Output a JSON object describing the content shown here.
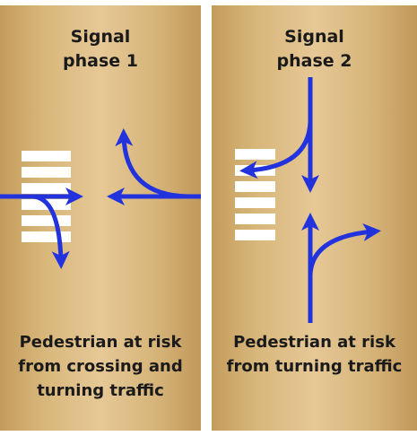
{
  "panels": [
    {
      "title_line1": "Signal",
      "title_line2": "phase 1",
      "caption_lines": [
        "Pedestrian at risk",
        "from crossing and",
        "turning traffic"
      ]
    },
    {
      "title_line1": "Signal",
      "title_line2": "phase 2",
      "caption_lines": [
        "Pedestrian at risk",
        "from turning traffic"
      ]
    }
  ],
  "colors": {
    "arrow": "#2233dd",
    "crosswalk": "#ffffff",
    "text": "#1a1a1a"
  },
  "icons": [
    "crosswalk-icon",
    "arrow-icon"
  ]
}
